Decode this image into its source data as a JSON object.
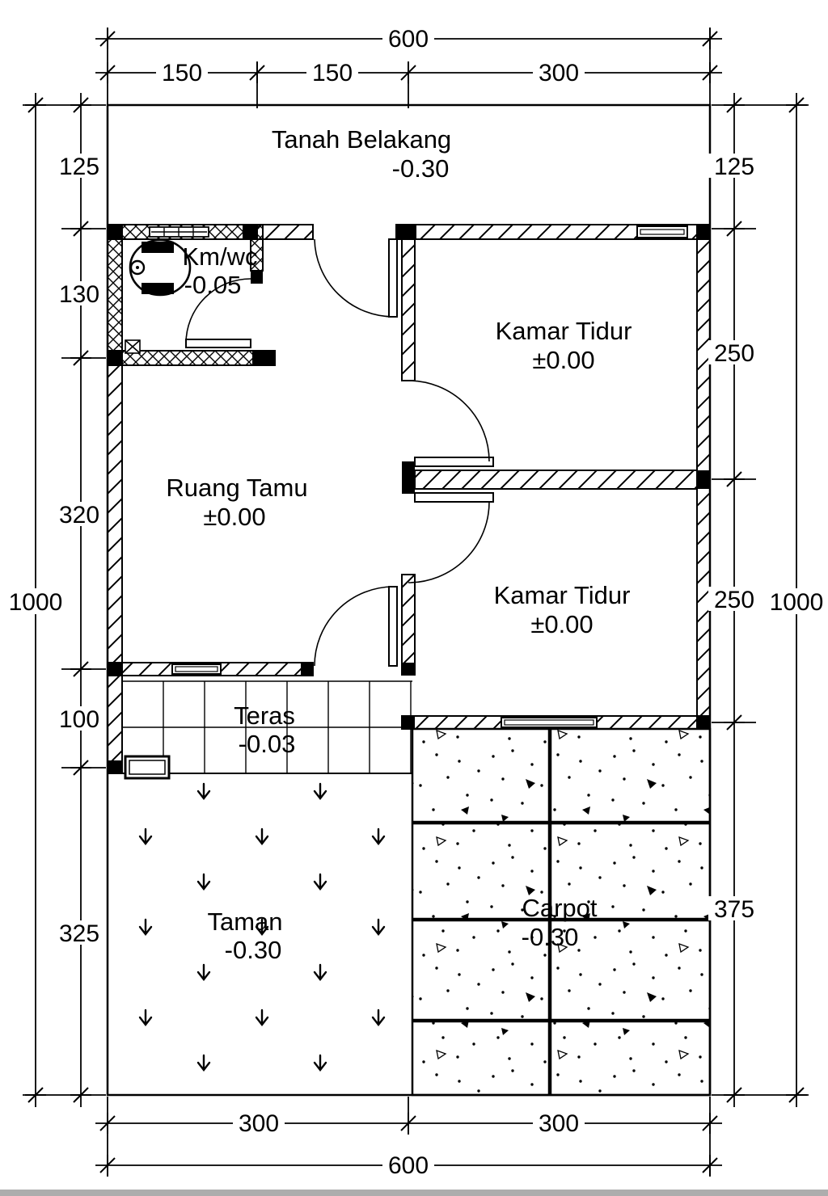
{
  "drawing": {
    "type": "floor-plan",
    "site_footer_color": "#adadad",
    "ink_color": "#000000",
    "paper_color": "#ffffff"
  },
  "rooms": {
    "tanah_belakang": {
      "name": "Tanah Belakang",
      "level": "-0.30"
    },
    "km_wc": {
      "name": "Km/wc",
      "level": "-0.05"
    },
    "kamar_tidur_1": {
      "name": "Kamar Tidur",
      "level": "±0.00"
    },
    "ruang_tamu": {
      "name": "Ruang Tamu",
      "level": "±0.00"
    },
    "kamar_tidur_2": {
      "name": "Kamar Tidur",
      "level": "±0.00"
    },
    "teras": {
      "name": "Teras",
      "level": "-0.03"
    },
    "taman": {
      "name": "Taman",
      "level": "-0.30"
    },
    "carpot": {
      "name": "Carpot",
      "level": "-0.30"
    }
  },
  "dims": {
    "top_total": "600",
    "top": [
      "150",
      "150",
      "300"
    ],
    "left_total": "1000",
    "left": [
      "125",
      "130",
      "320",
      "100",
      "325"
    ],
    "right": [
      "125",
      "250",
      "250",
      "375"
    ],
    "right_total": "1000",
    "bottom": [
      "300",
      "300"
    ],
    "bottom_total": "600"
  }
}
